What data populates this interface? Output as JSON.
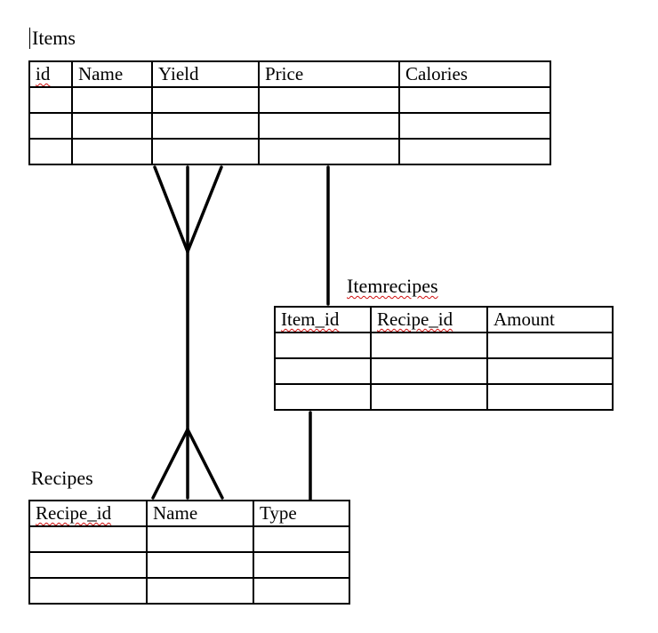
{
  "tables": {
    "items": {
      "title": "Items",
      "columns": [
        "id",
        "Name",
        "Yield",
        "Price",
        "Calories"
      ],
      "empty_rows": 3
    },
    "itemrecipes": {
      "title": "Itemrecipes",
      "columns": [
        "Item_id",
        "Recipe_id",
        "Amount"
      ],
      "empty_rows": 3
    },
    "recipes": {
      "title": "Recipes",
      "columns": [
        "Recipe_id",
        "Name",
        "Type"
      ],
      "empty_rows": 3
    }
  },
  "spellcheck_flagged": [
    "id",
    "Itemrecipes",
    "Item_id",
    "Recipe_id"
  ],
  "colors": {
    "ink": "#000000",
    "spellcheck": "#d01010",
    "background": "#ffffff"
  }
}
